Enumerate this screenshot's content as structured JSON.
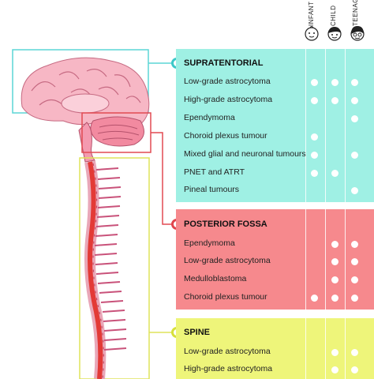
{
  "age_groups": [
    {
      "label": "INFANT",
      "icon": "infant-face-icon"
    },
    {
      "label": "CHILD",
      "icon": "child-face-icon"
    },
    {
      "label": "TEENAGER",
      "icon": "teenager-face-icon"
    }
  ],
  "sections": [
    {
      "key": "supratentorial",
      "title": "SUPRATENTORIAL",
      "color": "#9ff0e4",
      "accent": "#3cc8c8",
      "rows": [
        {
          "label": "Low-grade astrocytoma",
          "dots": [
            true,
            true,
            true
          ]
        },
        {
          "label": "High-grade astrocytoma",
          "dots": [
            true,
            true,
            true
          ]
        },
        {
          "label": "Ependymoma",
          "dots": [
            false,
            false,
            true
          ]
        },
        {
          "label": "Choroid plexus tumour",
          "dots": [
            true,
            false,
            false
          ]
        },
        {
          "label": "Mixed glial and neuronal tumours",
          "dots": [
            true,
            false,
            true
          ]
        },
        {
          "label": "PNET and ATRT",
          "dots": [
            true,
            true,
            false
          ]
        },
        {
          "label": "Pineal tumours",
          "dots": [
            false,
            false,
            true
          ]
        }
      ]
    },
    {
      "key": "posterior_fossa",
      "title": "POSTERIOR FOSSA",
      "color": "#f6898d",
      "accent": "#e0454c",
      "rows": [
        {
          "label": "Ependymoma",
          "dots": [
            false,
            true,
            true
          ]
        },
        {
          "label": "Low-grade astrocytoma",
          "dots": [
            false,
            true,
            true
          ]
        },
        {
          "label": "Medulloblastoma",
          "dots": [
            false,
            true,
            true
          ]
        },
        {
          "label": "Choroid plexus tumour",
          "dots": [
            true,
            true,
            true
          ]
        }
      ]
    },
    {
      "key": "spine",
      "title": "SPINE",
      "color": "#eef57a",
      "accent": "#d6e03a",
      "rows": [
        {
          "label": "Low-grade astrocytoma",
          "dots": [
            false,
            true,
            true
          ]
        },
        {
          "label": "High-grade astrocytoma",
          "dots": [
            false,
            true,
            true
          ]
        }
      ]
    }
  ]
}
